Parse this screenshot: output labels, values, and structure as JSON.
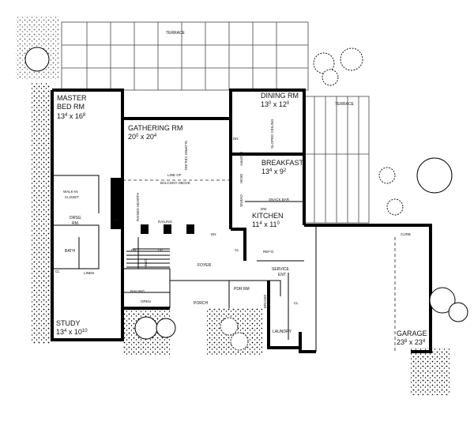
{
  "rooms": {
    "terrace_top": {
      "name": "TERRACE"
    },
    "terrace_right": {
      "name": "TERRACE"
    },
    "master": {
      "name1": "MASTER",
      "name2": "BED RM",
      "a": "13",
      "ai": "4",
      "b": "16",
      "bi": "8"
    },
    "gathering": {
      "name": "GATHERING RM",
      "a": "20",
      "ai": "0",
      "b": "20",
      "bi": "4"
    },
    "dining": {
      "name": "DINING RM",
      "a": "13",
      "ai": "0",
      "b": "12",
      "bi": "0"
    },
    "breakfast": {
      "name": "BREAKFAST",
      "a": "13",
      "ai": "4",
      "b": "9",
      "bi": "2"
    },
    "kitchen": {
      "name": "KITCHEN",
      "a": "11",
      "ai": "4",
      "b": "11",
      "bi": "0"
    },
    "study": {
      "name": "STUDY",
      "a": "13",
      "ai": "4",
      "b": "10",
      "bi": "10"
    },
    "garage": {
      "name": "GARAGE",
      "a": "23",
      "ai": "8",
      "b": "23",
      "bi": "4"
    }
  },
  "labels": {
    "walk_in_closet1": "WALK-IN",
    "walk_in_closet2": "CLOSET",
    "drsg1": "DRSG.",
    "drsg2": "RM.",
    "bath": "BATH",
    "cl": "CL",
    "linen": "LINEN",
    "lin": "LIN",
    "raised_hearth": "RAISED HEARTH",
    "sloped_ceiling": "SLOPED CEILING",
    "balcony1": "LINE OF",
    "balcony2": "BALCONY ABOVE",
    "railing": "RAILING",
    "dn": "DN",
    "up": "UP",
    "open": "OPEN",
    "foyer": "FOYER",
    "porch": "PORCH",
    "pdr_rm": "PDR RM",
    "service1": "SERVICE",
    "service2": "ENT",
    "laundry": "LAUNDRY",
    "snack_bar": "SNACK BAR",
    "pantry": "PANTRY",
    "desk": "DESK",
    "ovens": "OVENS",
    "dw": "DW",
    "refg": "REF'G",
    "broom": "BROOM",
    "curb": "CURB"
  }
}
